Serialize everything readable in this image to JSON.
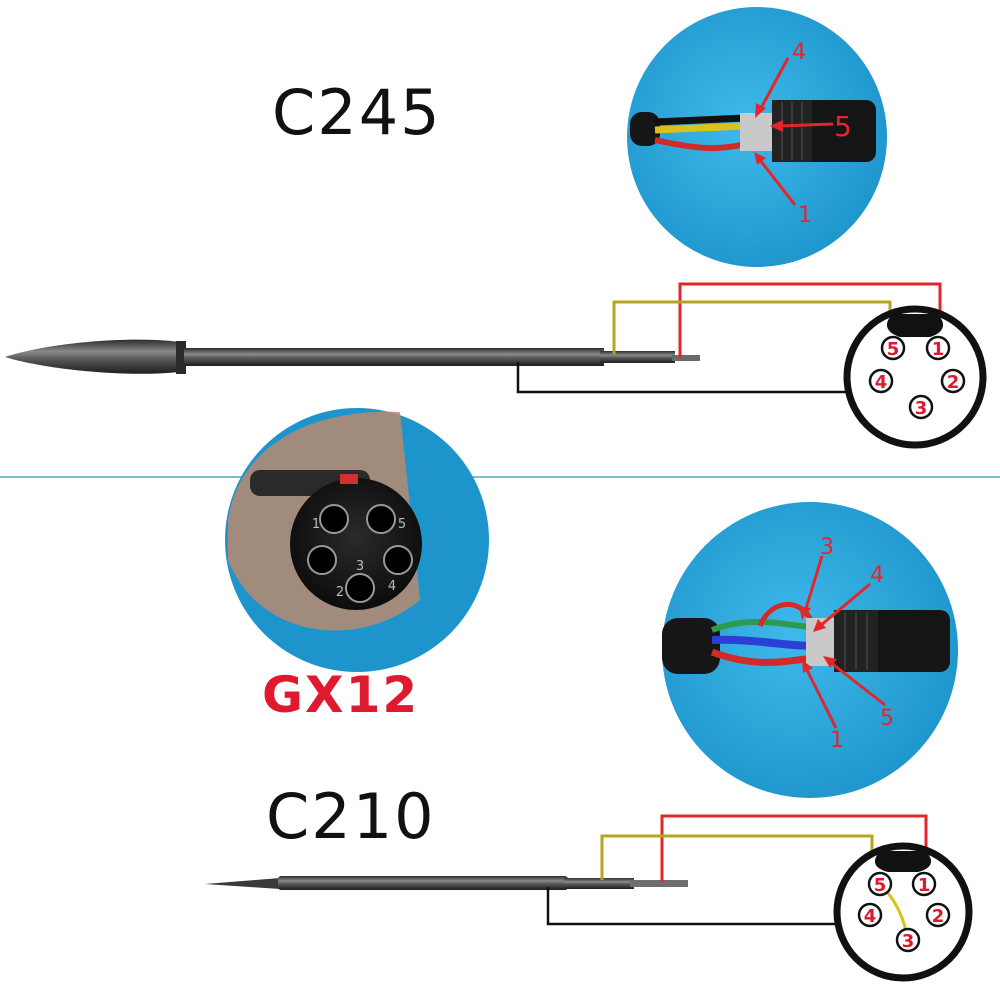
{
  "labels": {
    "c245": "C245",
    "gx12": "GX12",
    "c210": "C210"
  },
  "pin_numbers": {
    "p1": "1",
    "p2": "2",
    "p3": "3",
    "p4": "4",
    "p5": "5"
  },
  "colors": {
    "red_wire": "#e3262b",
    "yellow_wire": "#b9a420",
    "black_wire": "#111111",
    "blue_bg": "#27a7dc",
    "pin_label": "#e0192f",
    "divider": "#4aa8cf"
  }
}
